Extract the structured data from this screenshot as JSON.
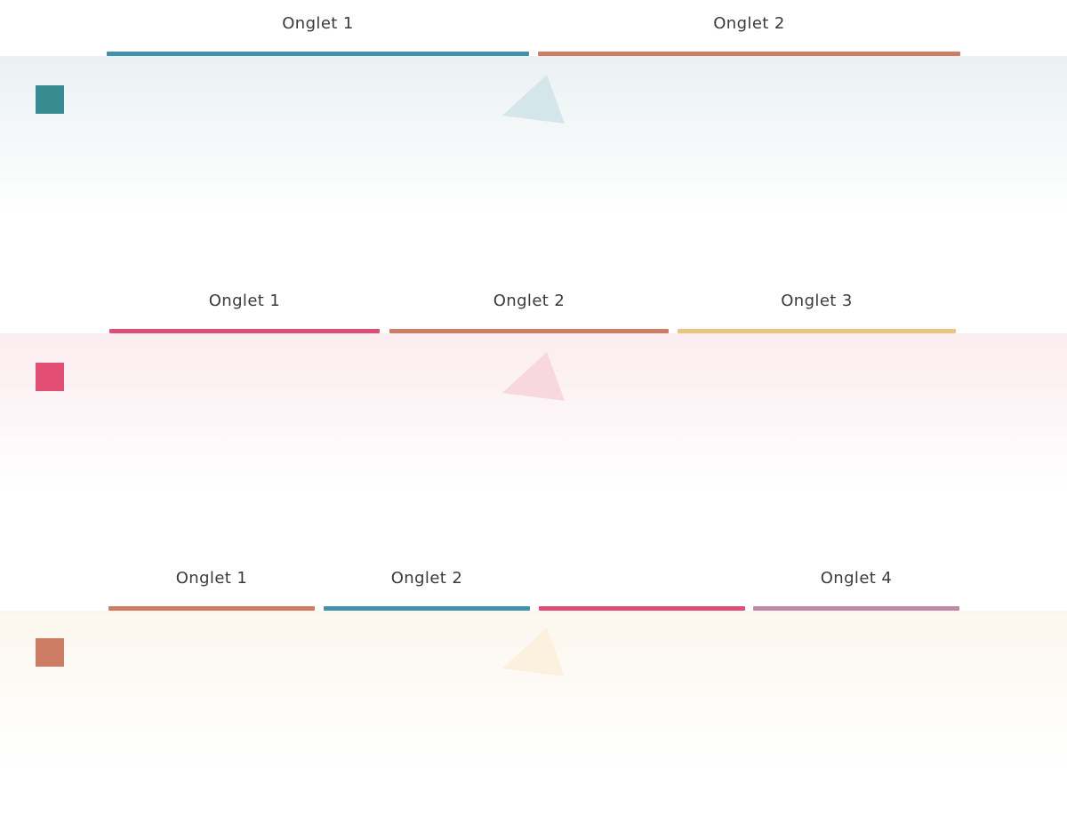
{
  "sections": [
    {
      "tabs": [
        {
          "label": "Onglet 1",
          "color": "#4391ab"
        },
        {
          "label": "Onglet 2",
          "color": "#cd7d63"
        }
      ],
      "panel": {
        "accent": "#368a90",
        "tint": "#eaf1f2",
        "triangle": "#d5e6ea"
      }
    },
    {
      "tabs": [
        {
          "label": "Onglet 1",
          "color": "#dc4f78"
        },
        {
          "label": "Onglet 2",
          "color": "#cd7d63"
        },
        {
          "label": "Onglet 3",
          "color": "#edc47d"
        }
      ],
      "panel": {
        "accent": "#e24d73",
        "tint": "#fbecef",
        "triangle": "#f7d8df"
      }
    },
    {
      "tabs": [
        {
          "label": "Onglet 1",
          "color": "#cd7d63"
        },
        {
          "label": "Onglet 2",
          "color": "#4391ab"
        },
        {
          "label": "",
          "color": "#dc4f78"
        },
        {
          "label": "Onglet 4",
          "color": "#c189a7"
        }
      ],
      "panel": {
        "accent": "#cd7d63",
        "tint": "#fcf7ee",
        "triangle": "#fcf0df"
      }
    }
  ]
}
